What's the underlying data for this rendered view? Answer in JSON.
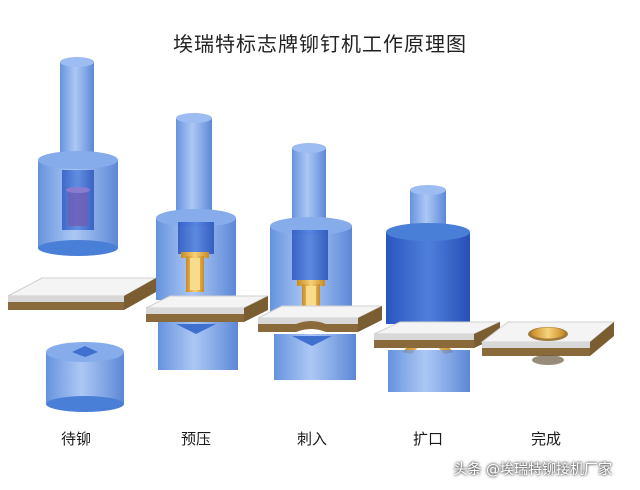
{
  "title": "埃瑞特标志牌铆钉机工作原理图",
  "steps": [
    {
      "label": "待铆"
    },
    {
      "label": "预压"
    },
    {
      "label": "刺入"
    },
    {
      "label": "扩口"
    },
    {
      "label": "完成"
    }
  ],
  "watermark": "头条 @埃瑞特铆接机厂家",
  "colors": {
    "tool_blue": "#5b8fe0",
    "tool_dark": "#2e5cc2",
    "plate_top": "#f4f4f4",
    "plate_edge": "#8a6a3a",
    "rivet": "#e8b64a"
  }
}
